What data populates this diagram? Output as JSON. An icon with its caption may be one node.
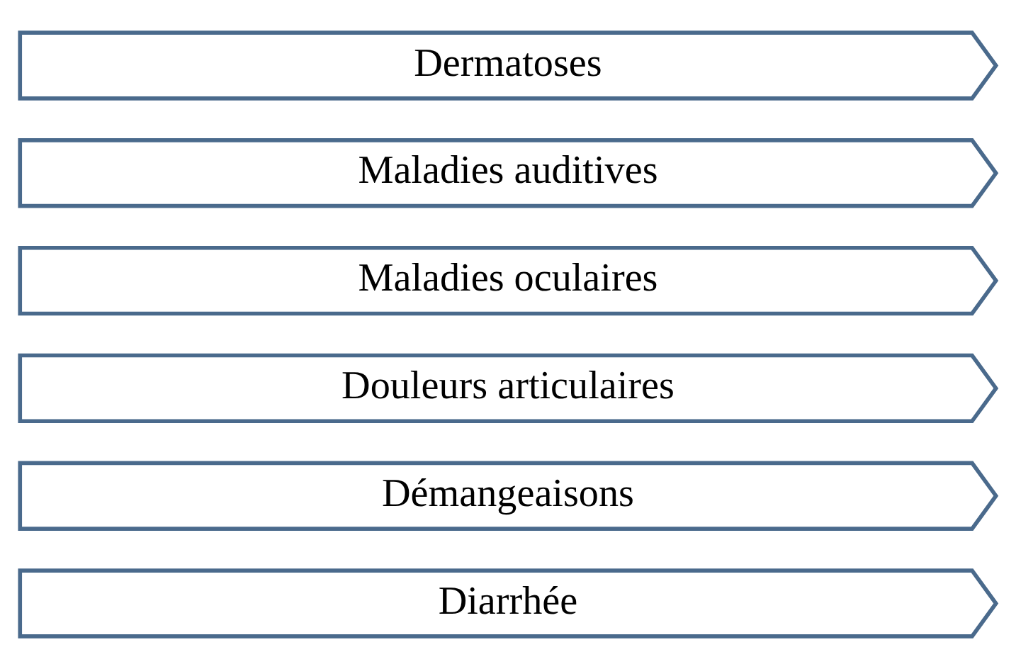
{
  "diagram": {
    "nodes": [
      {
        "text": [
          "Dermatoses"
        ]
      },
      {
        "text": [
          "Maladies auditives"
        ]
      },
      {
        "text": [
          "Maladies oculaires"
        ]
      },
      {
        "text": [
          "Douleurs articulaires"
        ]
      },
      {
        "text": [
          "Démangeaisons"
        ]
      },
      {
        "text": [
          "Diarrhée"
        ]
      }
    ]
  }
}
